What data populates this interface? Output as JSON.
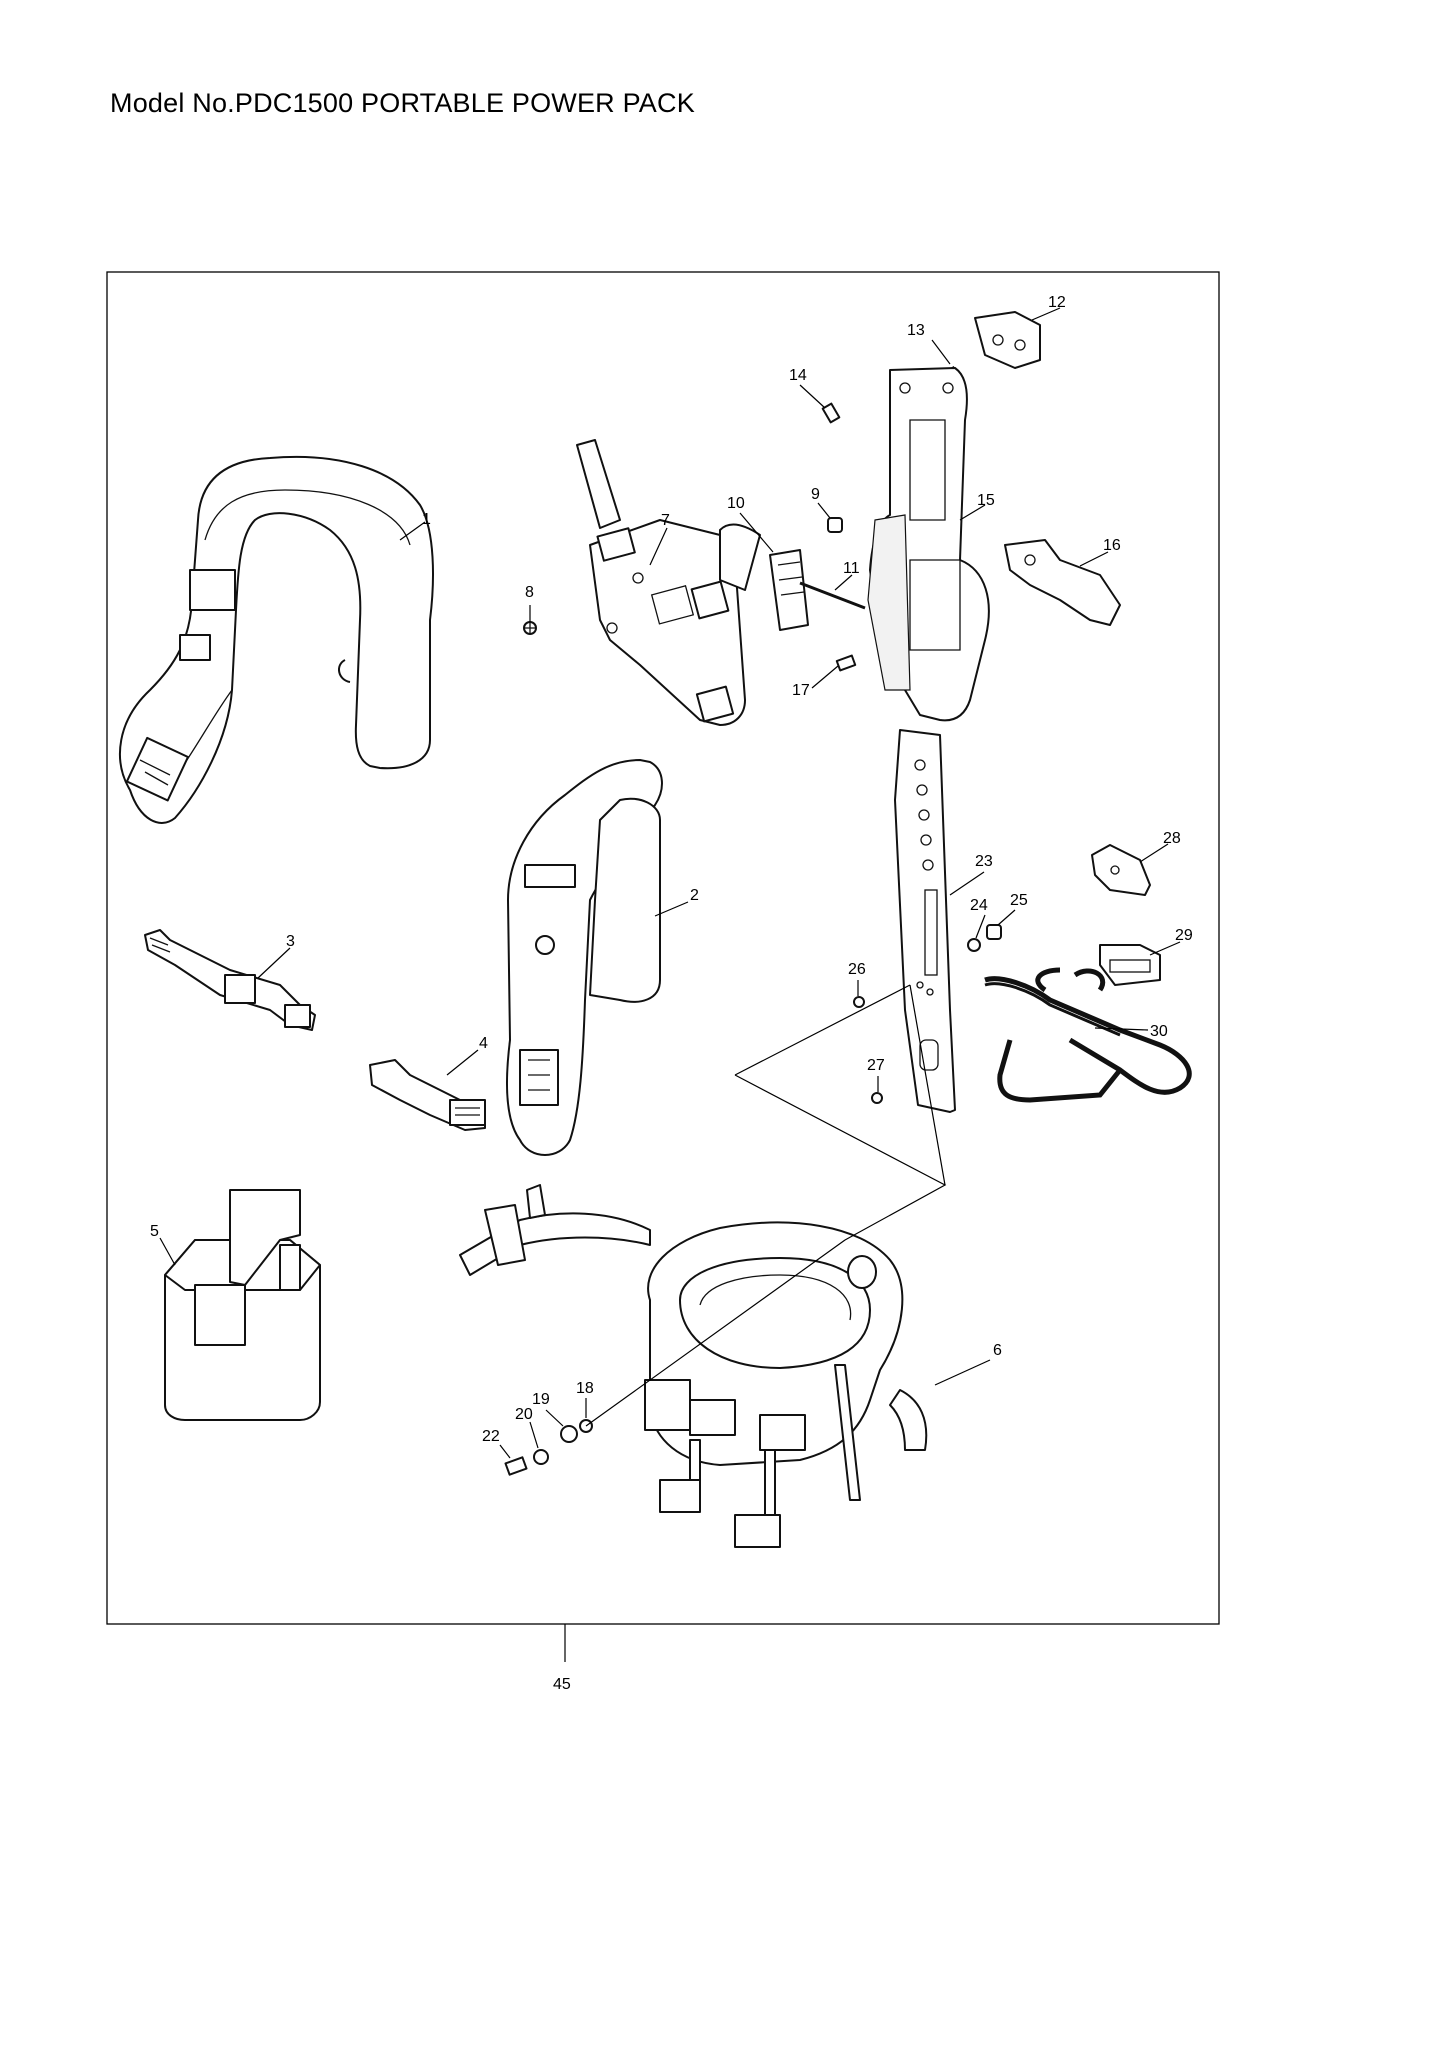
{
  "page": {
    "title": "Model No.PDC1500 PORTABLE POWER PACK"
  },
  "diagram": {
    "callouts": [
      "1",
      "2",
      "3",
      "4",
      "5",
      "6",
      "7",
      "8",
      "9",
      "10",
      "11",
      "12",
      "13",
      "14",
      "15",
      "16",
      "17",
      "18",
      "19",
      "20",
      "22",
      "23",
      "24",
      "25",
      "26",
      "27",
      "28",
      "29",
      "30",
      "45"
    ],
    "frame_label": "45"
  }
}
